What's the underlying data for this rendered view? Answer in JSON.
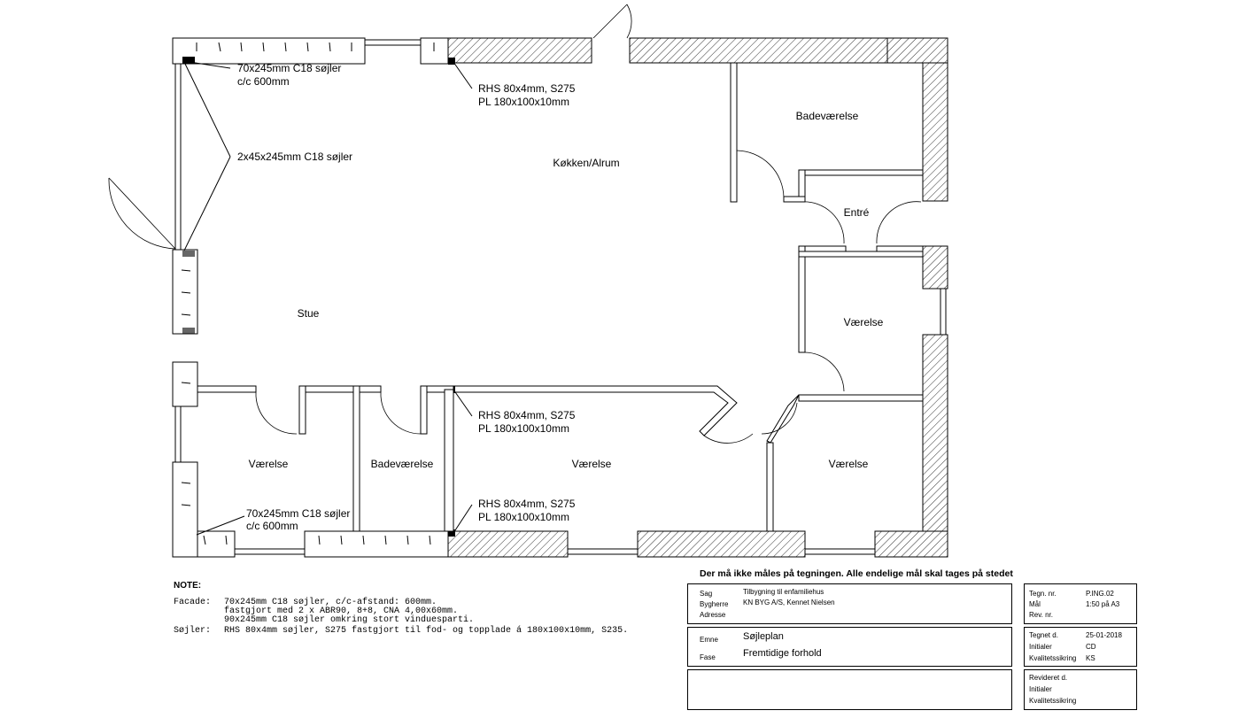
{
  "rooms": {
    "kitchen": "Køkken/Alrum",
    "bath_top": "Badeværelse",
    "entry": "Entré",
    "room_right_mid": "Værelse",
    "living": "Stue",
    "room_left": "Værelse",
    "bath_bottom": "Badeværelse",
    "room_mid": "Værelse",
    "room_right_bottom": "Værelse"
  },
  "annotations": {
    "c18_top": [
      "70x245mm C18 søjler",
      "c/c 600mm"
    ],
    "c18_double": "2x45x245mm C18 søjler",
    "rhs_top": [
      "RHS 80x4mm, S275",
      "PL 180x100x10mm"
    ],
    "rhs_mid": [
      "RHS 80x4mm, S275",
      "PL 180x100x10mm"
    ],
    "rhs_low": [
      "RHS 80x4mm, S275",
      "PL 180x100x10mm"
    ],
    "c18_bottom": [
      "70x245mm C18 søjler",
      "c/c 600mm"
    ]
  },
  "notes": {
    "title": "NOTE:",
    "facade_label": "Facade:",
    "facade_lines": [
      "70x245mm C18 søjler, c/c-afstand: 600mm.",
      "fastgjort med 2 x ABR90, 8+8, CNA 4,00x60mm.",
      "90x245mm C18 søjler omkring stort vinduesparti."
    ],
    "columns_label": "Søjler:",
    "columns_line": "RHS 80x4mm søjler, S275 fastgjort til fod- og topplade á 180x100x10mm, S235."
  },
  "warning": "Der må ikke måles på tegningen. Alle endelige mål skal tages på stedet",
  "title_block": {
    "sag_label": "Sag",
    "sag_value": "Tilbygning til enfamiliehus",
    "bygherre_label": "Bygherre",
    "bygherre_value": "KN BYG A/S, Kennet Nielsen",
    "adresse_label": "Adresse",
    "adresse_value": "",
    "emne_label": "Emne",
    "emne_value": "Søjleplan",
    "fase_label": "Fase",
    "fase_value": "Fremtidige forhold",
    "tegn_nr_label": "Tegn. nr.",
    "tegn_nr_value": "P.ING.02",
    "maal_label": "Mål",
    "maal_value": "1:50 på A3",
    "rev_nr_label": "Rev. nr.",
    "rev_nr_value": "",
    "tegnet_label": "Tegnet d.",
    "tegnet_value": "25-01-2018",
    "initialer_label": "Initialer",
    "initialer_value": "CD",
    "kvalitet_label": "Kvalitetssikring",
    "kvalitet_value": "KS",
    "revideret_label": "Revideret d.",
    "revideret_value": "",
    "initialer2_label": "Initialer",
    "initialer2_value": "",
    "kvalitet2_label": "Kvalitetssikring",
    "kvalitet2_value": ""
  }
}
